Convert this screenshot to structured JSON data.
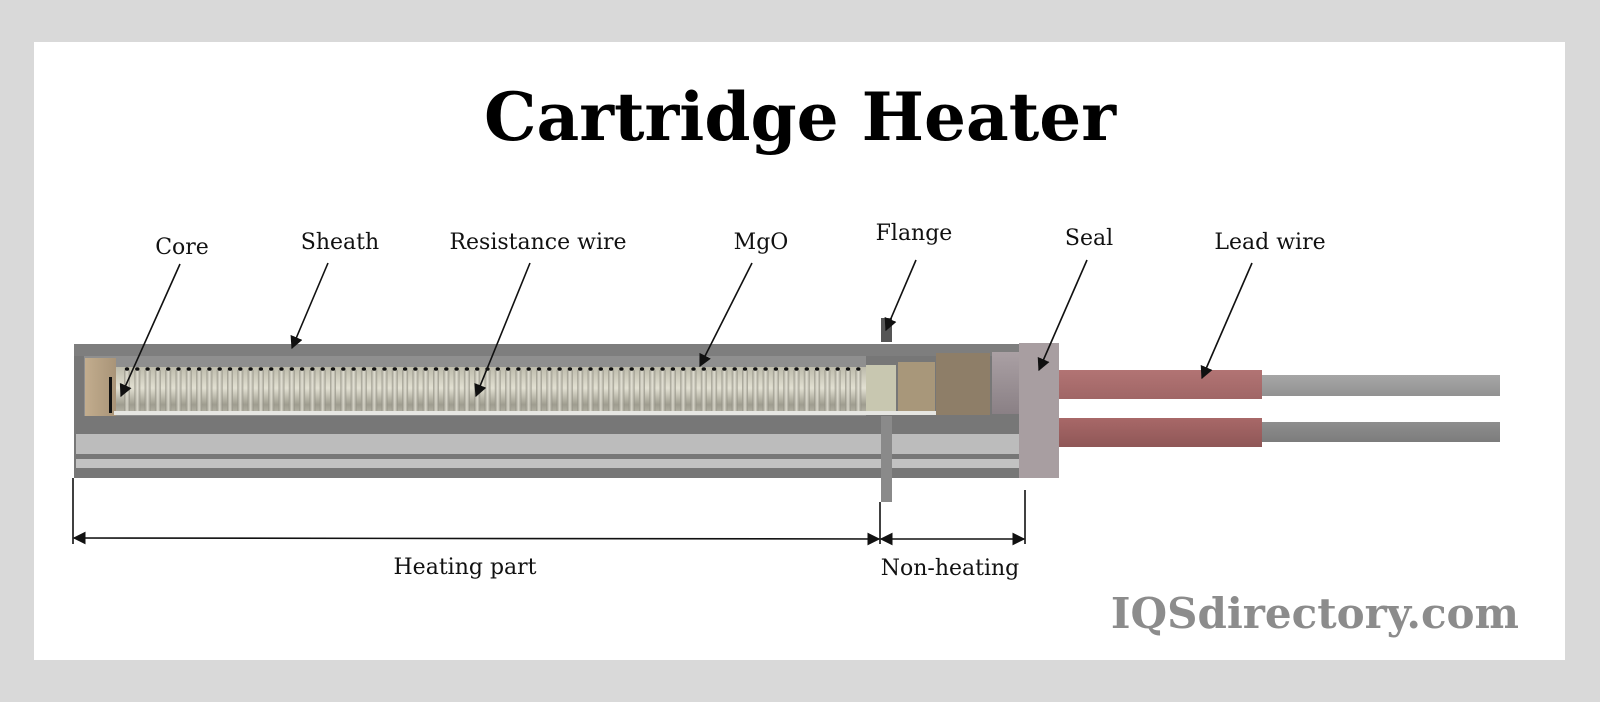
{
  "title": "Cartridge Heater",
  "labels": {
    "core": "Core",
    "sheath": "Sheath",
    "resistance_wire": "Resistance wire",
    "mgo": "MgO",
    "flange": "Flange",
    "seal": "Seal",
    "lead_wire": "Lead wire"
  },
  "dimensions": {
    "heating_part": "Heating part",
    "non_heating": "Non-heating"
  },
  "watermark": "IQSdirectory.com",
  "colors": {
    "frame": "#d9d9d9",
    "sheath": "#7a7a7a",
    "sheath_inner": "#8e8e8e",
    "sheath_stripe": "#bdbdbd",
    "coil": "#c8c6b8",
    "core_block": "#b09a7c",
    "mgo_end": "#c9c8b0",
    "ceramic_1": "#a8977a",
    "ceramic_2": "#8f7f69",
    "seal_inner": "#9c9094",
    "seal": "#a99ea1",
    "lead_red": "#a86c6c",
    "lead_grey": "#9a9a9a",
    "flange": "#5a5a5a",
    "watermark": "#8c8c8c"
  }
}
